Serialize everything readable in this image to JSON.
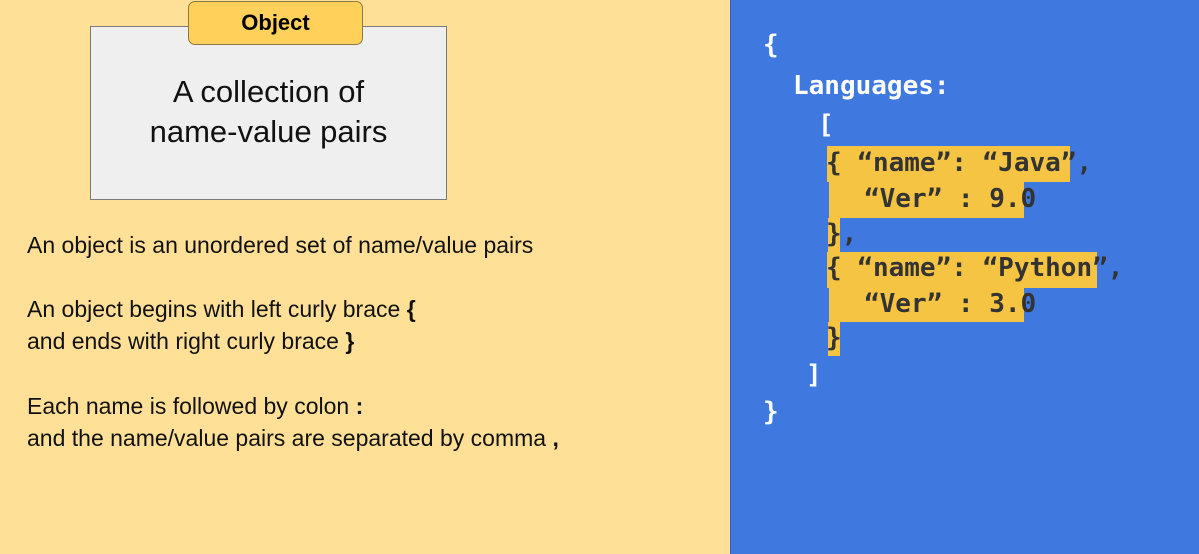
{
  "left": {
    "tag": "Object",
    "definition": [
      "A collection of",
      "name-value pairs"
    ],
    "bullets": [
      {
        "text": "An object is an unordered set of name/value pairs",
        "sym": ""
      },
      {
        "text": "An object begins with left curly brace ",
        "sym": "{"
      },
      {
        "text": "and ends with right curly brace ",
        "sym": "}"
      },
      {
        "text": "Each name is followed by colon ",
        "sym": ":"
      },
      {
        "text": "and the name/value pairs are separated by comma ",
        "sym": ","
      }
    ]
  },
  "right": {
    "open_brace": "{",
    "key": "Languages:",
    "open_bracket": "[",
    "item1_line1": "{ “name”: “Java”,",
    "item1_line2": "“Ver” : 9.0",
    "item1_close": "},",
    "item2_line1": "{ “name”: “Python”,",
    "item2_line2": "“Ver” : 3.0",
    "item2_close": "}",
    "close_bracket": "]",
    "close_brace": "}"
  },
  "colors": {
    "left_bg": "#ffe096",
    "right_bg": "#3f79e0",
    "highlight": "#f6c443",
    "tag_bg": "#ffd15a"
  }
}
